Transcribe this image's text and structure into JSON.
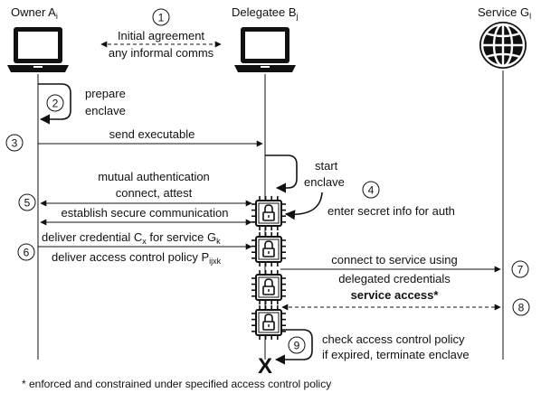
{
  "actors": {
    "owner": {
      "name": "Owner A",
      "sub": "i"
    },
    "delegatee": {
      "name": "Delegatee B",
      "sub": "j"
    },
    "service": {
      "name": "Service G",
      "sub": "l"
    }
  },
  "steps": {
    "s1": {
      "num": "1",
      "line1": "Initial agreement",
      "line2": "any informal comms"
    },
    "s2": {
      "num": "2",
      "line1": "prepare",
      "line2": "enclave"
    },
    "s3": {
      "num": "3",
      "label": "send executable"
    },
    "s4": {
      "num": "4",
      "line1": "start",
      "line2": "enclave",
      "side": "enter secret info for auth"
    },
    "s5": {
      "num": "5",
      "line1": "mutual authentication",
      "line2": "connect, attest",
      "line3": "establish secure communication"
    },
    "s6": {
      "num": "6",
      "cred_pre": "deliver credential C",
      "cred_sub": "x",
      "cred_mid": " for service G",
      "cred_sub2": "k",
      "pol_pre": "deliver access control policy P",
      "pol_sub": "ijxk"
    },
    "s7": {
      "num": "7",
      "line1": "connect to service using",
      "line2": "delegated credentials"
    },
    "s8": {
      "num": "8",
      "label": "service access*"
    },
    "s9": {
      "num": "9",
      "line1": "check access control policy",
      "line2": "if expired, terminate enclave"
    }
  },
  "terminate_mark": "X",
  "footnote": "* enforced and constrained under specified access control policy",
  "colors": {
    "ink": "#111111",
    "enclave_fill": "#ffffff"
  }
}
